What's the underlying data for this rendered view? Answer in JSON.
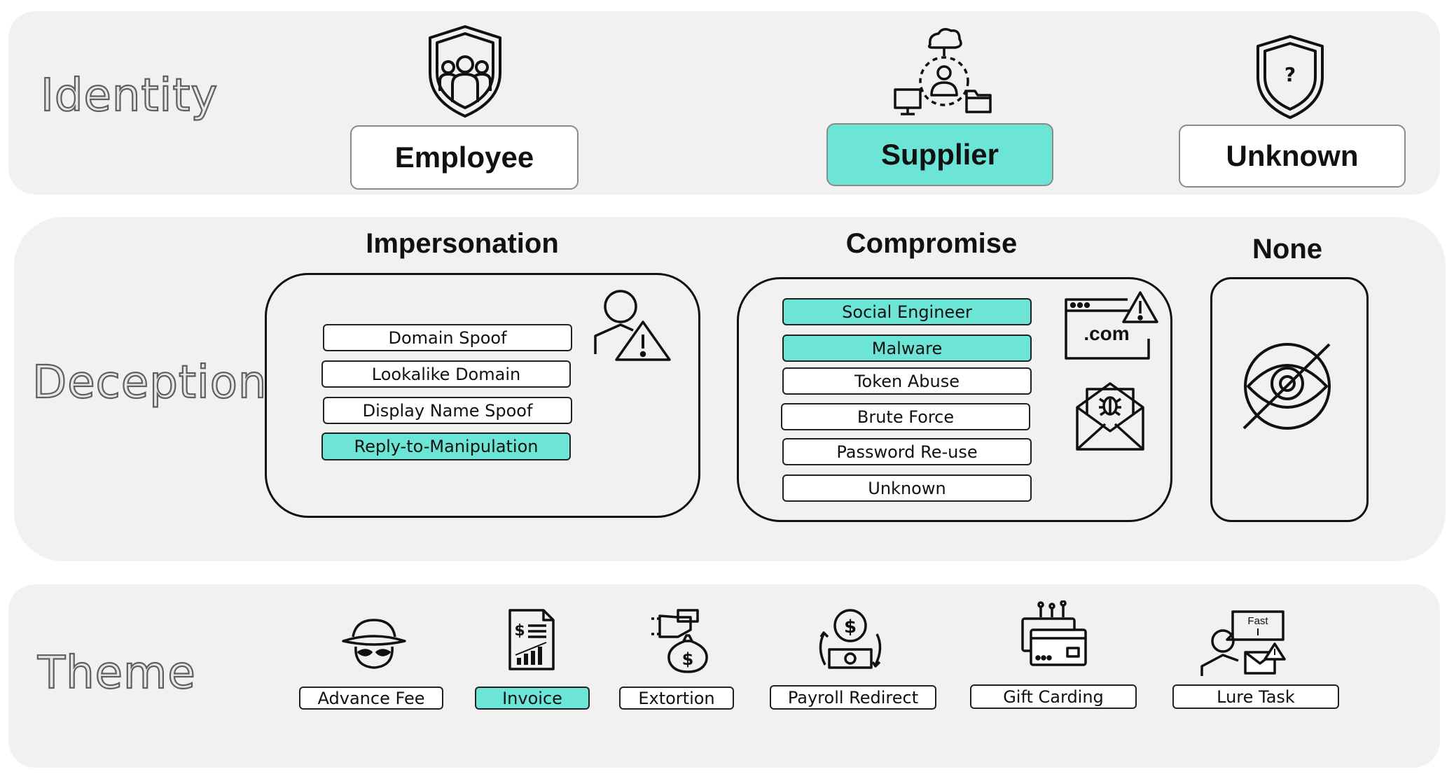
{
  "identity": {
    "label": "Identity",
    "options": [
      {
        "label": "Employee",
        "icon": "employees-shield-icon",
        "highlighted": false
      },
      {
        "label": "Supplier",
        "icon": "cloud-network-user-icon",
        "highlighted": true
      },
      {
        "label": "Unknown",
        "icon": "question-shield-icon",
        "highlighted": false
      }
    ]
  },
  "deception": {
    "label": "Deception",
    "impersonation": {
      "title": "Impersonation",
      "icon": "user-warning-icon",
      "items": [
        {
          "label": "Domain Spoof",
          "highlighted": false
        },
        {
          "label": "Lookalike Domain",
          "highlighted": false
        },
        {
          "label": "Display Name Spoof",
          "highlighted": false
        },
        {
          "label": "Reply-to-Manipulation",
          "highlighted": true
        }
      ]
    },
    "compromise": {
      "title": "Compromise",
      "icons": [
        "browser-warning-icon",
        "envelope-bug-icon"
      ],
      "browser_text": ".com",
      "items": [
        {
          "label": "Social Engineer",
          "highlighted": true
        },
        {
          "label": "Malware",
          "highlighted": true
        },
        {
          "label": "Token Abuse",
          "highlighted": false
        },
        {
          "label": "Brute Force",
          "highlighted": false
        },
        {
          "label": "Password Re-use",
          "highlighted": false
        },
        {
          "label": "Unknown",
          "highlighted": false
        }
      ]
    },
    "none": {
      "title": "None",
      "icon": "eye-slash-icon"
    }
  },
  "theme": {
    "label": "Theme",
    "items": [
      {
        "label": "Advance Fee",
        "icon": "spy-hat-icon",
        "highlighted": false
      },
      {
        "label": "Invoice",
        "icon": "invoice-document-icon",
        "highlighted": true
      },
      {
        "label": "Extortion",
        "icon": "money-bag-hand-icon",
        "highlighted": false
      },
      {
        "label": "Payroll Redirect",
        "icon": "payroll-cycle-icon",
        "highlighted": false
      },
      {
        "label": "Gift Carding",
        "icon": "gift-cards-icon",
        "highlighted": false
      },
      {
        "label": "Lure Task",
        "icon": "lure-task-icon",
        "highlighted": false
      }
    ],
    "lure_bubble_text": "Fast"
  },
  "colors": {
    "highlight": "#6ce5d6",
    "band": "#f1f1f1",
    "border": "#111111"
  }
}
